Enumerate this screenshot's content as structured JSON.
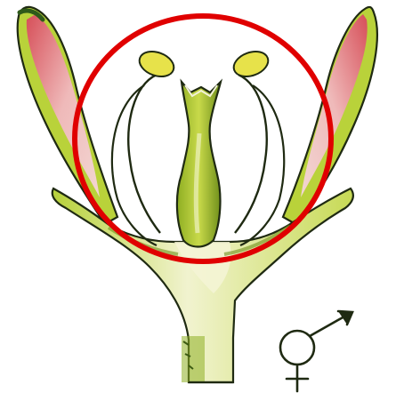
{
  "diagram": {
    "subject": "bisexual-flower-cross-section",
    "parts": [
      "sepals",
      "stamens",
      "anthers",
      "pistil",
      "receptacle",
      "pedicel"
    ],
    "highlight": {
      "shape": "circle",
      "color": "#e00000"
    },
    "symbol": "hermaphrodite-symbol"
  },
  "colors": {
    "sepal_green": "#b9d23a",
    "sepal_dark": "#2f5a1a",
    "petal_pink": "#e98f9a",
    "anther_yellow": "#e7e24a",
    "pistil_green": "#a9c62c",
    "receptacle_light": "#f3f4c9",
    "outline": "#1f2a12",
    "highlight_red": "#e00000"
  }
}
